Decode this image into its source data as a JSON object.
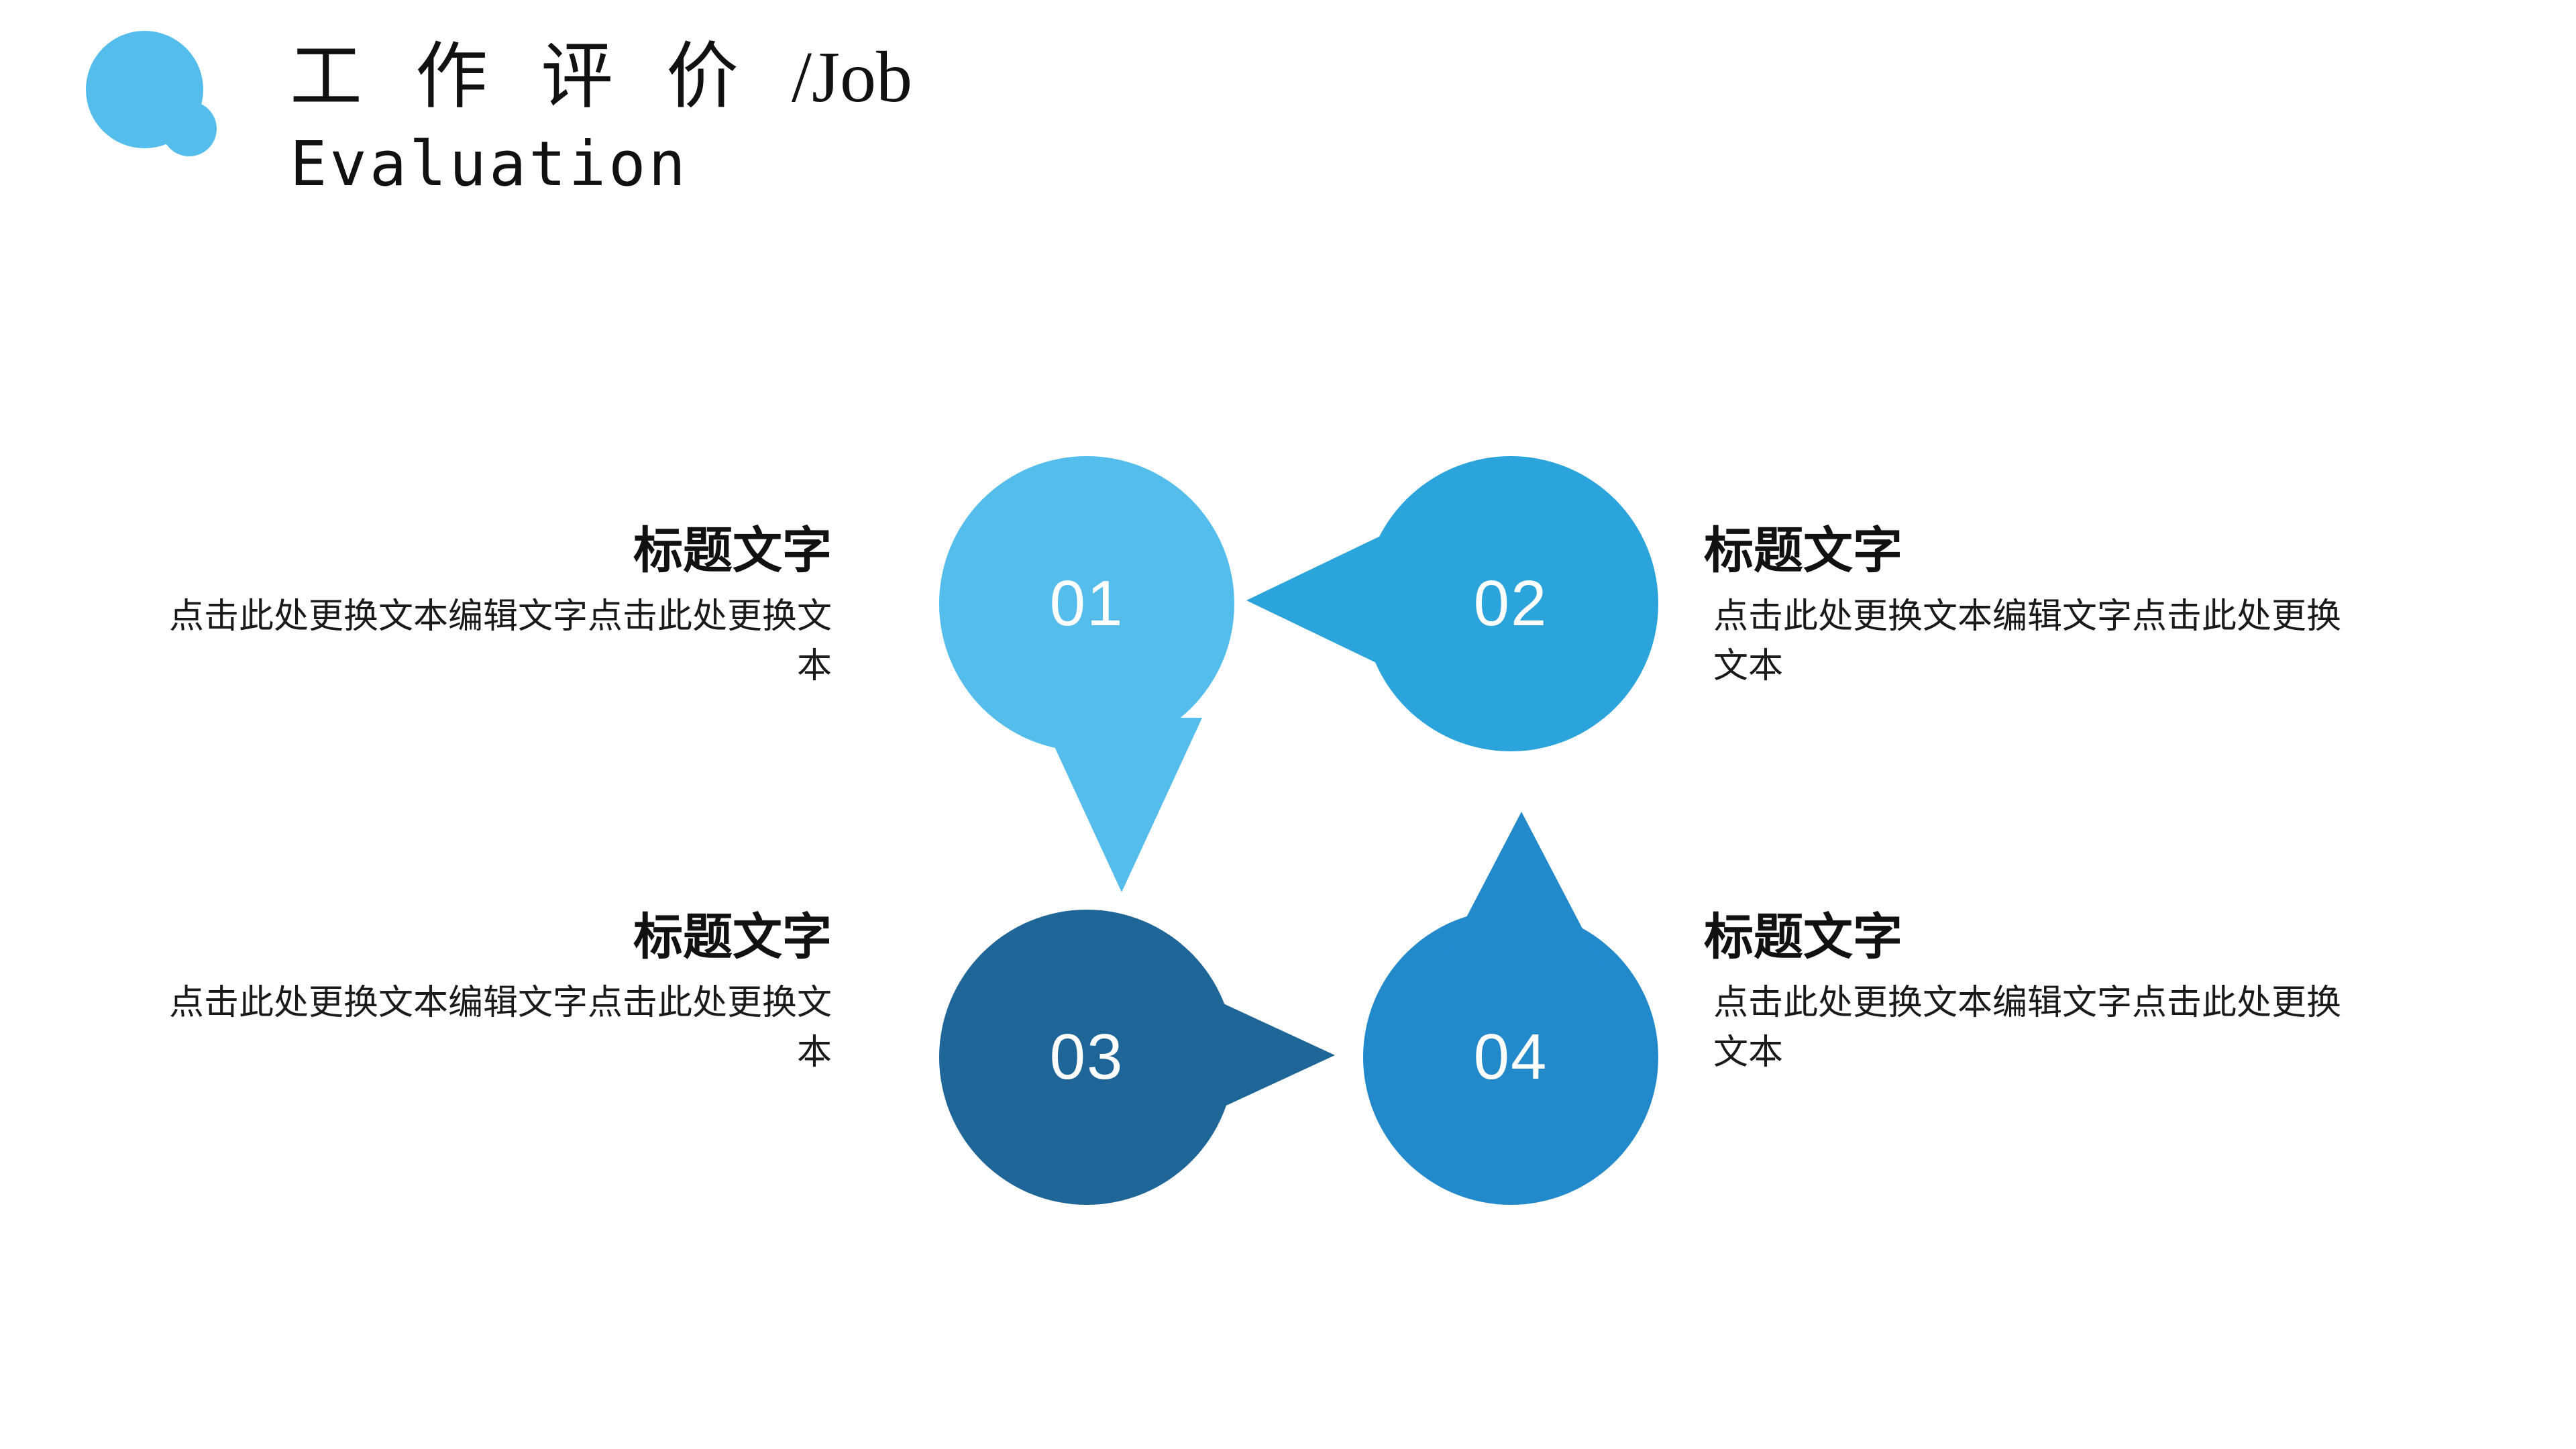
{
  "slide": {
    "background_color": "#FFFFFF"
  },
  "header": {
    "logo_icon": "cloud-bubble-icon",
    "logo_color": "#54BDEB",
    "title_cn": "工 作 评 价 ",
    "title_en_inline": "/Job",
    "subtitle_en": "Evaluation"
  },
  "diagram": {
    "type": "cycle-speech-bubbles",
    "items": [
      {
        "number": "01",
        "color": "#54BDEB",
        "tail_direction": "down",
        "title": "标题文字",
        "body": "点击此处更换文本编辑文字点击此处更换文本",
        "text_side": "left",
        "text_align": "right"
      },
      {
        "number": "02",
        "color": "#2BA3DB",
        "tail_direction": "left",
        "title": "标题文字",
        "body": "点击此处更换文本编辑文字点击此处更换文本",
        "text_side": "right",
        "text_align": "left"
      },
      {
        "number": "03",
        "color": "#1E6698",
        "tail_direction": "right",
        "title": "标题文字",
        "body": "点击此处更换文本编辑文字点击此处更换文本",
        "text_side": "left",
        "text_align": "right"
      },
      {
        "number": "04",
        "color": "#2289CB",
        "tail_direction": "up",
        "title": "标题文字",
        "body": "点击此处更换文本编辑文字点击此处更换文本",
        "text_side": "right",
        "text_align": "left"
      }
    ]
  }
}
